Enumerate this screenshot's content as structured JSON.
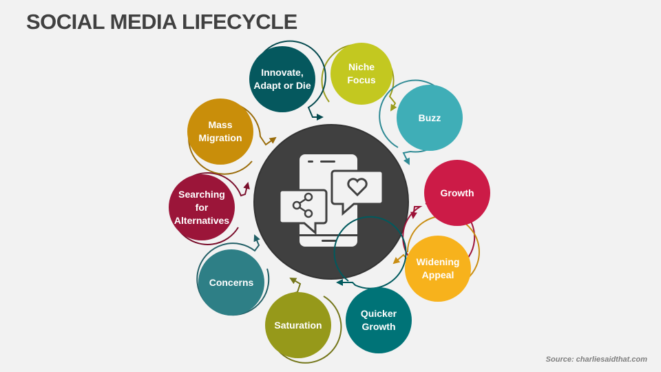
{
  "title": "SOCIAL MEDIA LIFECYCLE",
  "source": "Source: charliesaidthat.com",
  "center": {
    "icon": "smartphone-share-heart-icon",
    "color": "#404040"
  },
  "stages": [
    {
      "label": "Niche Focus",
      "color": "#c3c820",
      "ring": "#9a9c1c"
    },
    {
      "label": "Buzz",
      "color": "#3faeb7",
      "ring": "#2f8a94"
    },
    {
      "label": "Growth",
      "color": "#cc1b47",
      "ring": "#9c1238"
    },
    {
      "label": "Widening Appeal",
      "color": "#f7b21c",
      "ring": "#c98e14"
    },
    {
      "label": "Quicker Growth",
      "color": "#007377",
      "ring": "#005a5e"
    },
    {
      "label": "Saturation",
      "color": "#96991a",
      "ring": "#74761a"
    },
    {
      "label": "Concerns",
      "color": "#2e7f86",
      "ring": "#225f66"
    },
    {
      "label": "Searching for Alternatives",
      "color": "#9b1539",
      "ring": "#7a0f2c"
    },
    {
      "label": "Mass Migration",
      "color": "#c98e0a",
      "ring": "#9a6c0a"
    },
    {
      "label": "Innovate, Adapt or Die",
      "color": "#05585e",
      "ring": "#054a4f"
    }
  ]
}
